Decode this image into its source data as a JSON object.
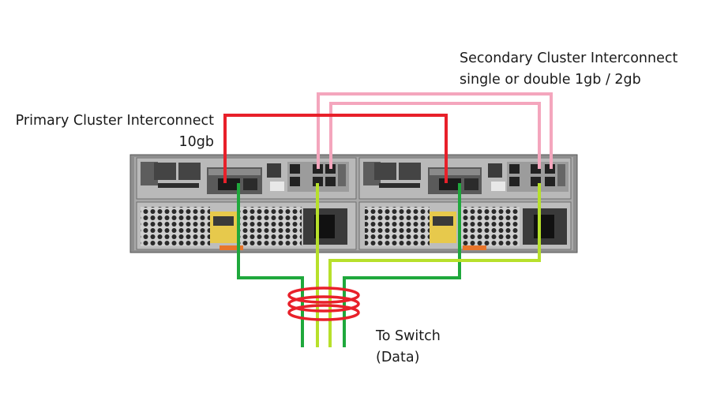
{
  "labels": {
    "primary_line1": "Primary Cluster Interconnect",
    "primary_line2": "10gb",
    "secondary_line1": "Secondary Cluster Interconnect",
    "secondary_line2": "single or double 1gb / 2gb",
    "switch_line1": "To Switch",
    "switch_line2": "(Data)"
  },
  "cable_colors": {
    "primary_interconnect": "#e8202a",
    "secondary_interconnect": "#f4a6bd",
    "data_green": "#1fa83c",
    "data_lime": "#b7e02b"
  }
}
